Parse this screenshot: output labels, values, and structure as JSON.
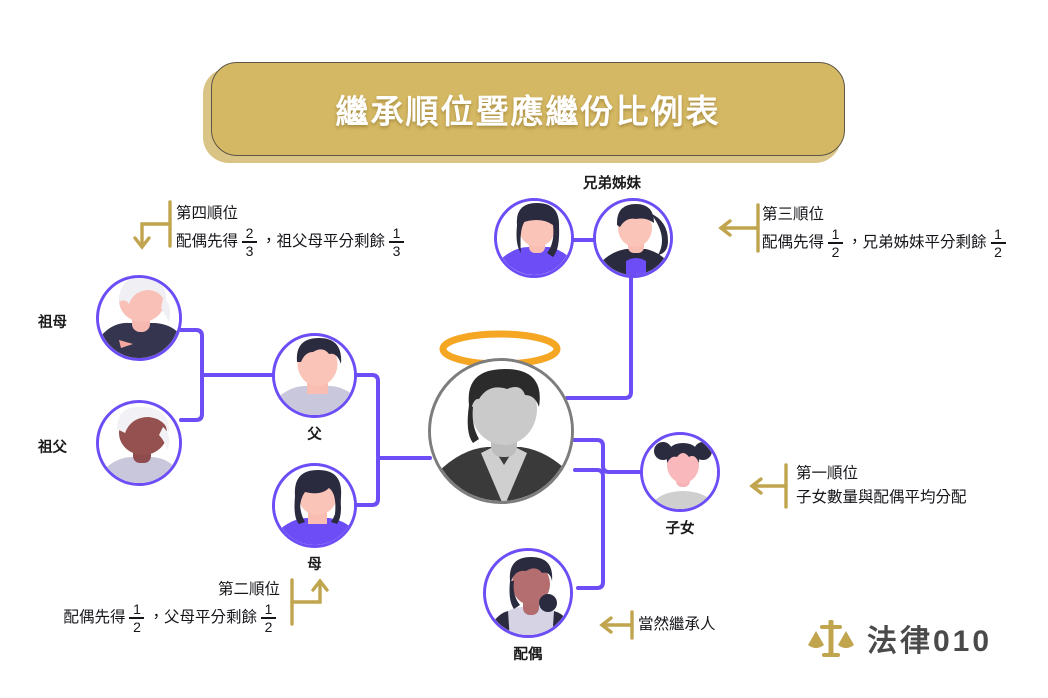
{
  "title": {
    "text": "繼承順位暨應繼份比例表"
  },
  "colors": {
    "accent_purple": "#6C4DF6",
    "gold": "#C0A44E",
    "banner_gold": "#D5B863",
    "banner_shadow": "#CDB05C",
    "halo": "#F5A623",
    "deceased_ring": "#7D7D7D",
    "text": "#15151A"
  },
  "nodes": {
    "grandmother": {
      "label": "祖母"
    },
    "grandfather": {
      "label": "祖父"
    },
    "father": {
      "label": "父"
    },
    "mother": {
      "label": "母"
    },
    "deceased": {
      "label": ""
    },
    "siblings": {
      "label": "兄弟姊妹"
    },
    "child": {
      "label": "子女"
    },
    "spouse": {
      "label": "配偶"
    }
  },
  "annotations": {
    "rank4": {
      "title": "第四順位",
      "line_a": "配偶先得",
      "frac1": {
        "num": "2",
        "den": "3"
      },
      "line_b": "，祖父母平分剩餘",
      "frac2": {
        "num": "1",
        "den": "3"
      }
    },
    "rank3": {
      "title": "第三順位",
      "line_a": "配偶先得",
      "frac1": {
        "num": "1",
        "den": "2"
      },
      "line_b": "，兄弟姊妹平分剩餘",
      "frac2": {
        "num": "1",
        "den": "2"
      }
    },
    "rank2": {
      "title": "第二順位",
      "line_a": "配偶先得",
      "frac1": {
        "num": "1",
        "den": "2"
      },
      "line_b": "，父母平分剩餘",
      "frac2": {
        "num": "1",
        "den": "2"
      }
    },
    "rank1": {
      "title": "第一順位",
      "line_a": "子女數量與配偶平均分配"
    },
    "spouse_note": {
      "title": "當然繼承人"
    }
  },
  "logo": {
    "icon": "scales-of-justice-icon",
    "text": "法律010"
  }
}
